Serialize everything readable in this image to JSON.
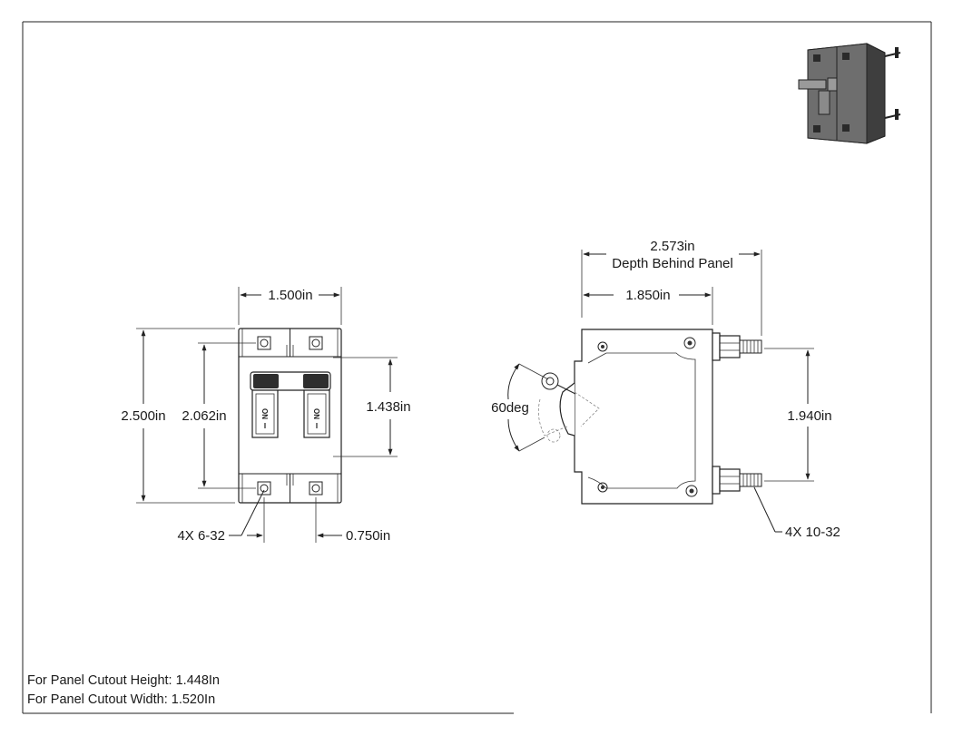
{
  "dimensions": {
    "front_width": "1.500in",
    "front_height": "2.500in",
    "mount_spacing": "2.062in",
    "handle_height": "1.438in",
    "screw_callout": "4X 6-32",
    "pole_spacing": "0.750in",
    "depth_total": "2.573in",
    "depth_label": "Depth Behind Panel",
    "depth_body": "1.850in",
    "handle_angle": "60deg",
    "terminal_spacing": "1.940in",
    "terminal_callout": "4X 10-32"
  },
  "switch_label": "ON",
  "switch_mark": "I",
  "notes": [
    "For Panel Cutout Height: 1.448In",
    "For Panel Cutout Width: 1.520In"
  ],
  "colors": {
    "line": "#222222",
    "body_dark": "#4a4a4a",
    "body_mid": "#6b6b6b",
    "background": "#ffffff"
  }
}
